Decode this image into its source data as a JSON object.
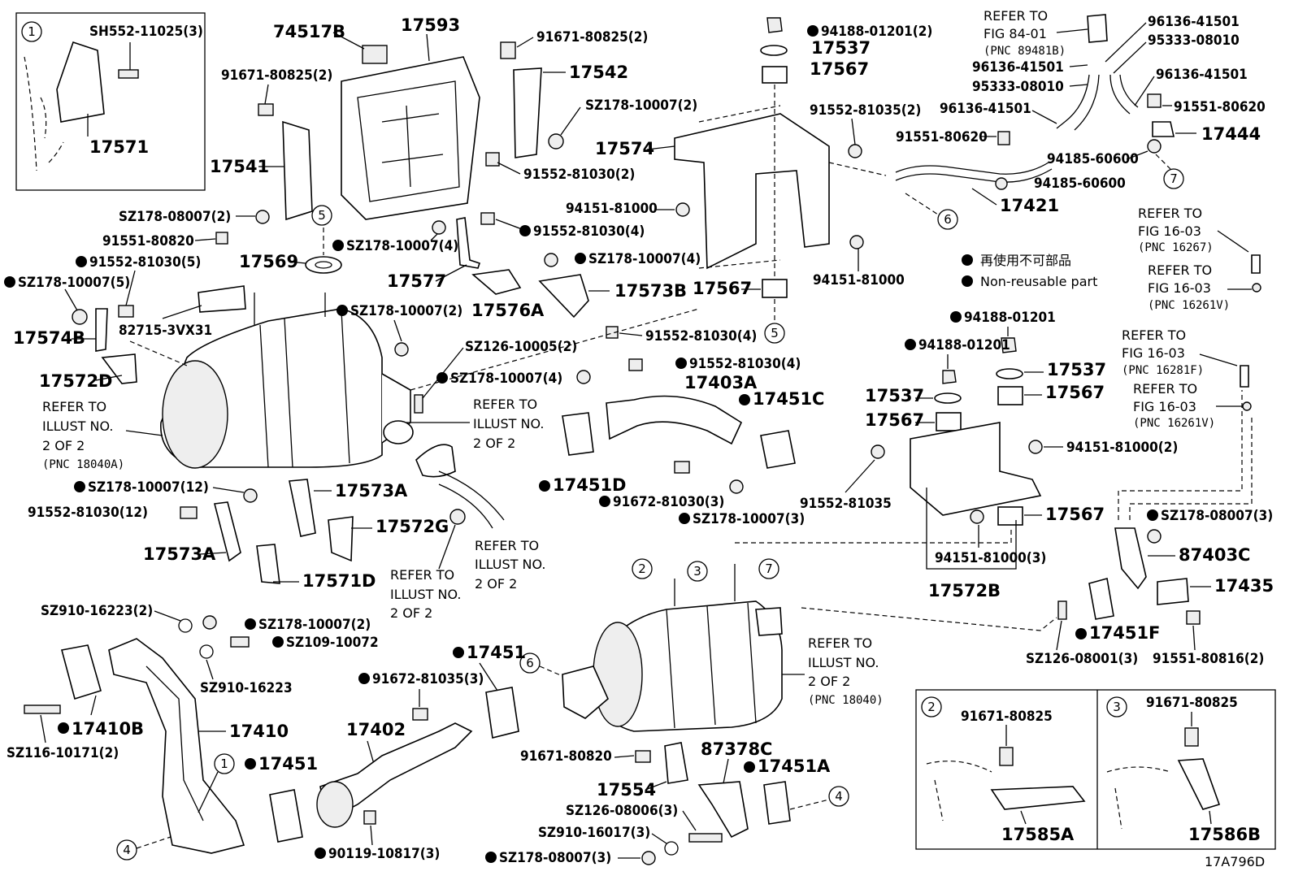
{
  "diagram_id": "17A796D",
  "legend": {
    "reusable": "再使用不可部品",
    "non_reusable": "Non-reusable part"
  },
  "labels": {
    "p17593": "17593",
    "p74517b": "74517B",
    "p17571": "17571",
    "sh552": "SH552-11025(3)",
    "p17541": "17541",
    "p91671_80825a": "91671-80825(2)",
    "p91671_80825b": "91671-80825(2)",
    "p17542": "17542",
    "sz178_10007_2a": "SZ178-10007(2)",
    "p91552_81030_2": "91552-81030(2)",
    "sz178_08007_2": "SZ178-08007(2)",
    "p91551_80820": "91551-80820",
    "p91552_81030_5": "91552-81030(5)",
    "sz178_10007_5": "SZ178-10007(5)",
    "p17569": "17569",
    "sz178_10007_4a": "SZ178-10007(4)",
    "p91552_81030_4a": "91552-81030(4)",
    "p17577": "17577",
    "p17576a": "17576A",
    "sz178_10007_4b": "SZ178-10007(4)",
    "p17573b": "17573B",
    "p91552_81030_4b": "91552-81030(4)",
    "p82715": "82715-3VX31",
    "p17574b": "17574B",
    "p17572d": "17572D",
    "sz178_10007_2b": "SZ178-10007(2)",
    "sz126_10005": "SZ126-10005(2)",
    "sz178_10007_4c": "SZ178-10007(4)",
    "p91552_81030_4c": "91552-81030(4)",
    "p17403a": "17403A",
    "p17451c": "17451C",
    "p17451d": "17451D",
    "p91672_81030": "91672-81030(3)",
    "sz178_10007_3": "SZ178-10007(3)",
    "sz178_10007_12": "SZ178-10007(12)",
    "p91552_81030_12": "91552-81030(12)",
    "p17573a_1": "17573A",
    "p17573a_2": "17573A",
    "p17572g": "17572G",
    "p17571d": "17571D",
    "p94188_01201_2": "94188-01201(2)",
    "p17537_top": "17537",
    "p17567_top": "17567",
    "p91552_81035_2": "91552-81035(2)",
    "p17574": "17574",
    "p94151_81000_a": "94151-81000",
    "p94151_81000_b": "94151-81000",
    "p17567_mid": "17567",
    "p96136_41501_a": "96136-41501",
    "p95333_08010_a": "95333-08010",
    "p96136_41501_b": "96136-41501",
    "p95333_08010_b": "95333-08010",
    "p96136_41501_c": "96136-41501",
    "p96136_41501_d": "96136-41501",
    "p91551_80620_a": "91551-80620",
    "p91551_80620_b": "91551-80620",
    "p17444": "17444",
    "p94185_60600_a": "94185-60600",
    "p94185_60600_b": "94185-60600",
    "p17421": "17421",
    "p94188_01201_a": "94188-01201",
    "p94188_01201_b": "94188-01201",
    "p17537_a": "17537",
    "p17537_b": "17537",
    "p17567_a": "17567",
    "p17567_b": "17567",
    "p17567_c": "17567",
    "p94151_81000_2": "94151-81000(2)",
    "p91552_81035": "91552-81035",
    "p94151_81000_3": "94151-81000(3)",
    "p17572b": "17572B",
    "sz178_08007_3a": "SZ178-08007(3)",
    "p87403c": "87403C",
    "p17435": "17435",
    "p17451f": "17451F",
    "sz126_08001": "SZ126-08001(3)",
    "p91551_80816": "91551-80816(2)",
    "sz910_16223_2": "SZ910-16223(2)",
    "sz178_10007_2c": "SZ178-10007(2)",
    "sz109_10072": "SZ109-10072",
    "sz910_16223": "SZ910-16223",
    "p17410b": "17410B",
    "p17410": "17410",
    "sz116_10171": "SZ116-10171(2)",
    "p17451_a": "17451",
    "p17451_b": "17451",
    "p91672_81035": "91672-81035(3)",
    "p17402": "17402",
    "p90119_10817": "90119-10817(3)",
    "sz178_08007_3b": "SZ178-08007(3)",
    "p91671_80820": "91671-80820",
    "p87378c": "87378C",
    "p17451a": "17451A",
    "p17554": "17554",
    "sz126_08006": "SZ126-08006(3)",
    "sz910_16017": "SZ910-16017(3)",
    "p91671_80825_i2": "91671-80825",
    "p91671_80825_i3": "91671-80825",
    "p17585a": "17585A",
    "p17586b": "17586B"
  },
  "refers": {
    "fig84": [
      "REFER TO",
      "FIG 84-01",
      "(PNC 89481B)"
    ],
    "fig16a": [
      "REFER TO",
      "FIG 16-03",
      "(PNC 16267)"
    ],
    "fig16b": [
      "REFER TO",
      "FIG 16-03",
      "(PNC 16261V)"
    ],
    "fig16c": [
      "REFER TO",
      "FIG 16-03",
      "(PNC 16281F)"
    ],
    "fig16d": [
      "REFER TO",
      "FIG 16-03",
      "(PNC 16261V)"
    ],
    "illust_a": [
      "REFER TO",
      "ILLUST NO.",
      "2 OF 2",
      "(PNC 18040A)"
    ],
    "illust_b": [
      "REFER TO",
      "ILLUST NO.",
      "2 OF 2"
    ],
    "illust_c": [
      "REFER TO",
      "ILLUST NO.",
      "2 OF 2"
    ],
    "illust_d": [
      "REFER TO",
      "ILLUST NO.",
      "2 OF 2"
    ],
    "illust_e": [
      "REFER TO",
      "ILLUST NO.",
      "2 OF 2",
      "(PNC 18040)"
    ]
  },
  "callouts": {
    "c1": "1",
    "c2": "2",
    "c3": "3",
    "c4": "4",
    "c5": "5",
    "c6": "6",
    "c7": "7"
  }
}
